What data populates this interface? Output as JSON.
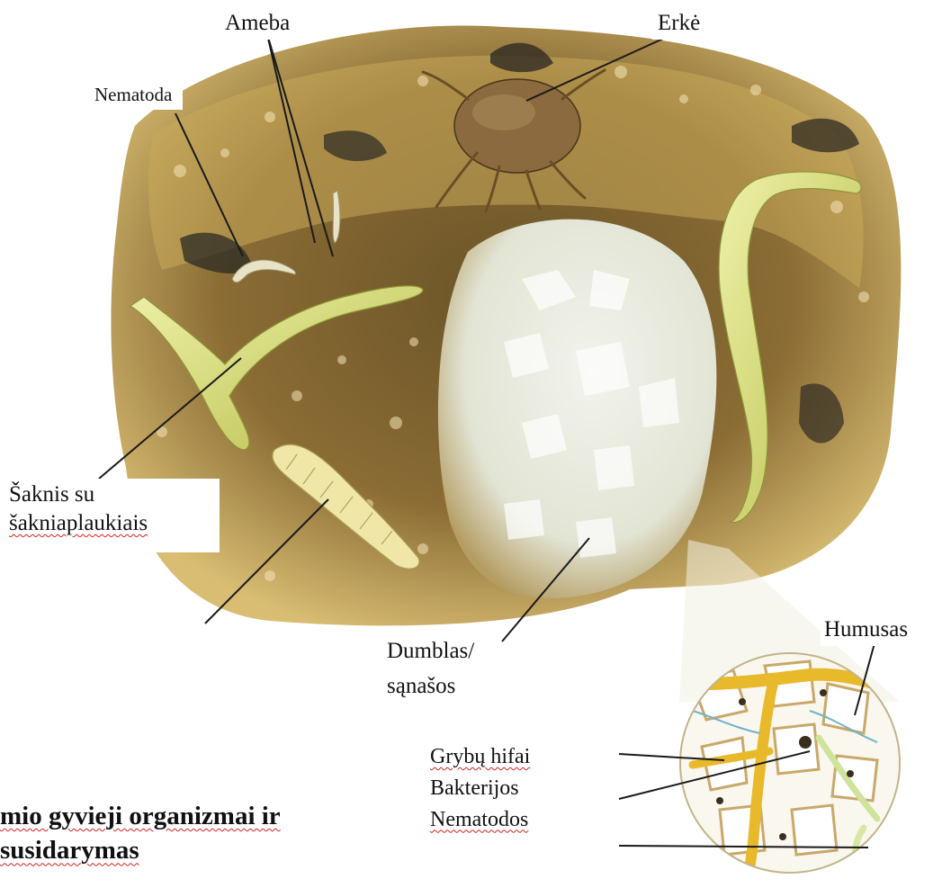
{
  "labels": {
    "ameba": "Ameba",
    "erke": "Erkė",
    "nematoda": "Nematoda",
    "saknis_line1": "Šaknis su",
    "saknis_line2": "šakniaplaukiais",
    "dumblas_line1": "Dumblas/",
    "dumblas_line2": "sąnašos",
    "humusas": "Humusas",
    "grybu_hifai": "Grybų hifai",
    "bakterijos": "Bakterijos",
    "nematodos": "Nematodos"
  },
  "caption": {
    "line1": "mio gyvieji organizmai ir",
    "line2": "susidarymas"
  },
  "colors": {
    "soil_dark": "#5a4620",
    "soil_light": "#d4b66a",
    "root_yellow": "#d9df7a",
    "aggregate_pale": "#e9ece0",
    "mite_brown": "#8a6a3e",
    "hypha_yellow": "#f0c93a",
    "leader_line": "#1a1a1a",
    "spellcheck_red": "#d32020"
  }
}
